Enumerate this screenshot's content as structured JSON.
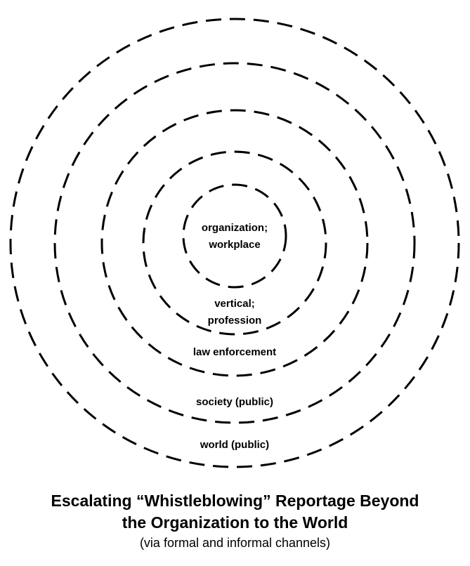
{
  "diagram": {
    "rings": [
      {
        "label_lines": [
          "organization;",
          "workplace"
        ]
      },
      {
        "label_lines": [
          "vertical;",
          "profession"
        ]
      },
      {
        "label_lines": [
          "law enforcement"
        ]
      },
      {
        "label_lines": [
          "society (public)"
        ]
      },
      {
        "label_lines": [
          "world (public)"
        ]
      }
    ]
  },
  "caption": {
    "title_line1": "Escalating “Whistleblowing” Reportage Beyond",
    "title_line2": "the Organization to the World",
    "subtitle": "(via formal and informal channels)"
  }
}
